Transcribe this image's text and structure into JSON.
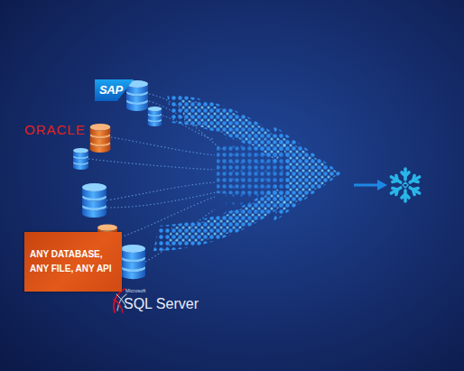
{
  "diagram": {
    "nodes": [
      {
        "text": [
          "SAP"
        ]
      },
      {
        "text": [
          "ANY DATABASE, ANY FILE, ANY API"
        ]
      }
    ],
    "labels": [
      "ORACLE",
      "Microsoft",
      "SQL Server"
    ]
  }
}
